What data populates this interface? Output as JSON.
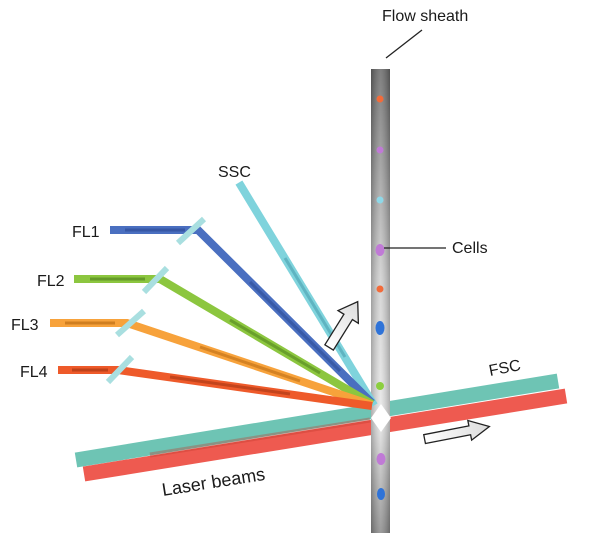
{
  "labels": {
    "flow_sheath": "Flow sheath",
    "cells": "Cells",
    "ssc": "SSC",
    "fl1": "FL1",
    "fl2": "FL2",
    "fl3": "FL3",
    "fl4": "FL4",
    "fsc": "FSC",
    "laser_beams": "Laser beams"
  },
  "colors": {
    "sheath_dark": "#6e6e6e",
    "sheath_light": "#e4e4e4",
    "ssc": "#7fd3dc",
    "fl1": "#4a6fc0",
    "fl2": "#8cc63f",
    "fl3": "#f7a23b",
    "fl4": "#ee5a2a",
    "laser_teal": "#6ec4b4",
    "laser_red": "#ee5a50",
    "filter": "#a9dfe0",
    "cell_orange": "#f26b3a",
    "cell_purple": "#c07ad6",
    "cell_cyan": "#8ed8e8",
    "cell_blue": "#2f73d8",
    "cell_green": "#8cc63f"
  },
  "cells_in_stream": [
    {
      "name": "cell-orange-top",
      "color": "orange"
    },
    {
      "name": "cell-purple-1",
      "color": "purple"
    },
    {
      "name": "cell-cyan",
      "color": "cyan"
    },
    {
      "name": "cell-purple-2",
      "color": "purple"
    },
    {
      "name": "cell-orange-2",
      "color": "orange"
    },
    {
      "name": "cell-blue-1",
      "color": "blue"
    },
    {
      "name": "cell-green",
      "color": "green"
    },
    {
      "name": "cell-purple-3",
      "color": "purple"
    },
    {
      "name": "cell-blue-2",
      "color": "blue"
    }
  ]
}
